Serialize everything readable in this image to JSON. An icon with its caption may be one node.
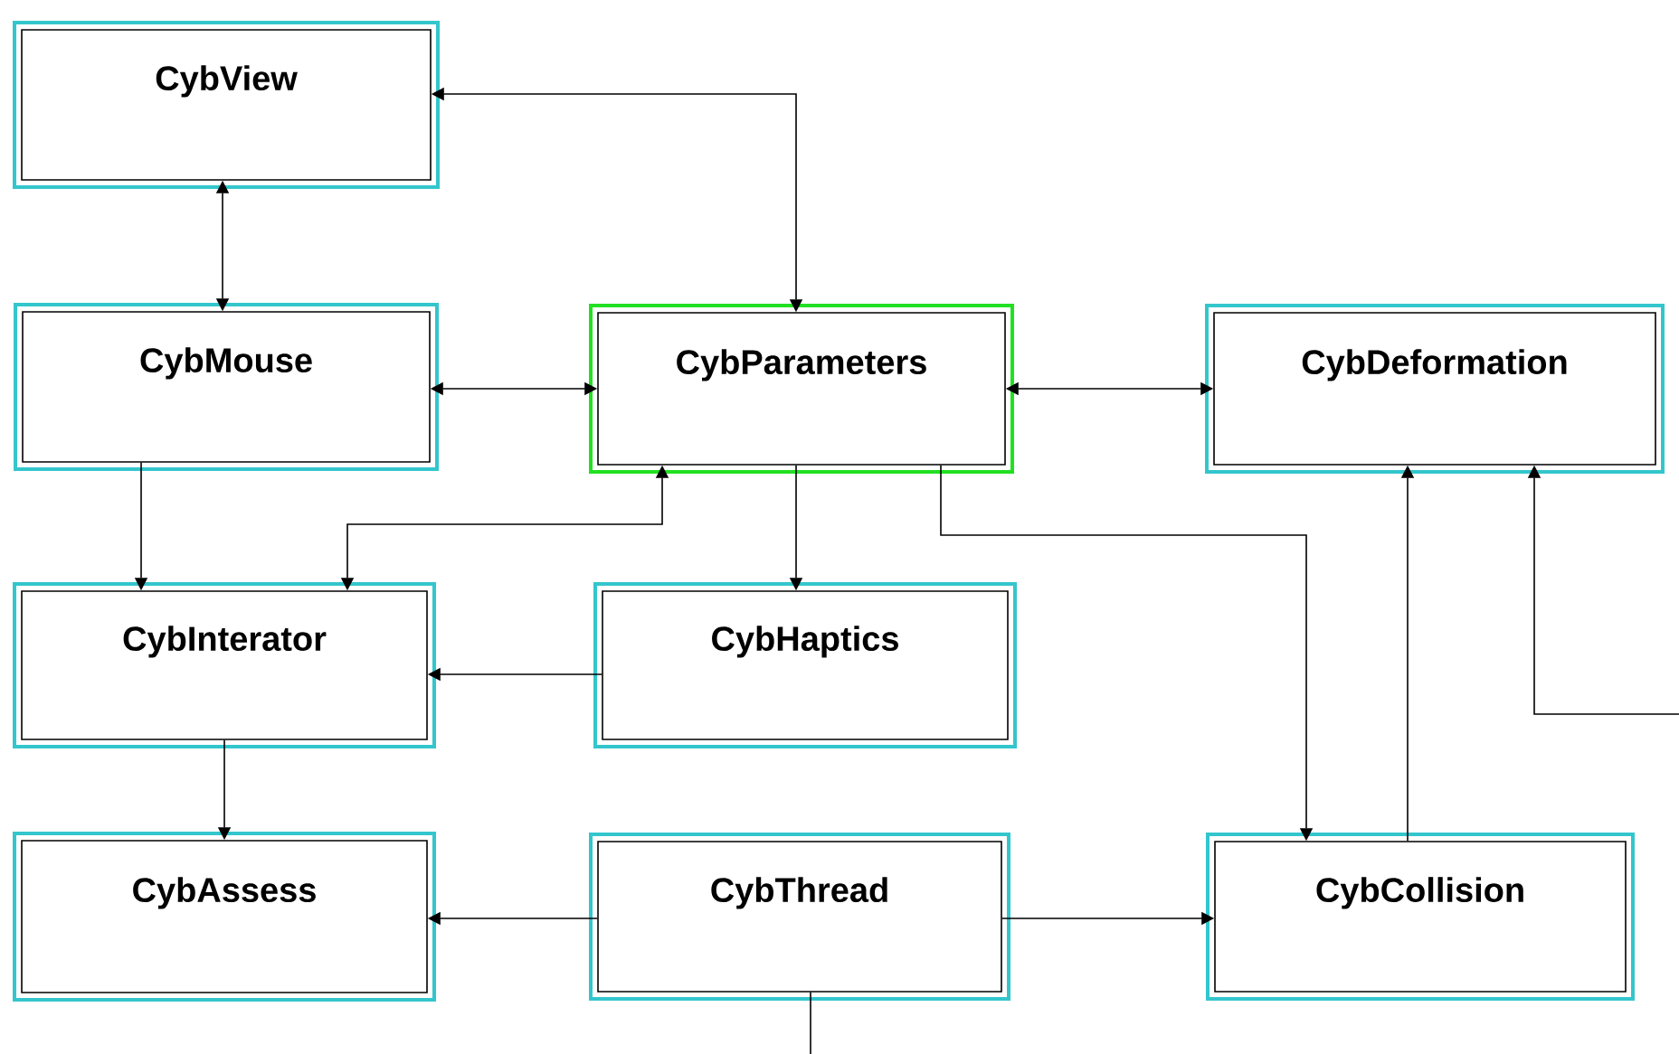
{
  "diagram": {
    "nodes": [
      {
        "text": [
          "CybView"
        ]
      },
      {
        "text": [
          "CybMouse"
        ]
      },
      {
        "text": [
          "CybParameters"
        ]
      },
      {
        "text": [
          "CybDeformation"
        ]
      },
      {
        "text": [
          "CybInterator"
        ]
      },
      {
        "text": [
          "CybHaptics"
        ]
      },
      {
        "text": [
          "CybAssess"
        ]
      },
      {
        "text": [
          "CybThread"
        ]
      },
      {
        "text": [
          "CybCollision"
        ]
      }
    ],
    "edges": [
      {
        "from": 0,
        "to": 1,
        "arrow": "both"
      },
      {
        "from": 0,
        "to": 2,
        "arrow": "both"
      },
      {
        "from": 1,
        "to": 2,
        "arrow": "both"
      },
      {
        "from": 2,
        "to": 3,
        "arrow": "both"
      },
      {
        "from": 1,
        "to": 4,
        "arrow": "to"
      },
      {
        "from": 4,
        "to": 2,
        "arrow": "both"
      },
      {
        "from": 2,
        "to": 5,
        "arrow": "to"
      },
      {
        "from": 2,
        "to": 8,
        "arrow": "to"
      },
      {
        "from": 5,
        "to": 4,
        "arrow": "to"
      },
      {
        "from": 4,
        "to": 6,
        "arrow": "to"
      },
      {
        "from": 7,
        "to": 6,
        "arrow": "to"
      },
      {
        "from": 7,
        "to": 8,
        "arrow": "to"
      },
      {
        "from": 8,
        "to": 3,
        "arrow": "to"
      },
      {
        "from": null,
        "to": 3,
        "arrow": "to"
      },
      {
        "from": 7,
        "to": null,
        "arrow": "none"
      }
    ]
  }
}
